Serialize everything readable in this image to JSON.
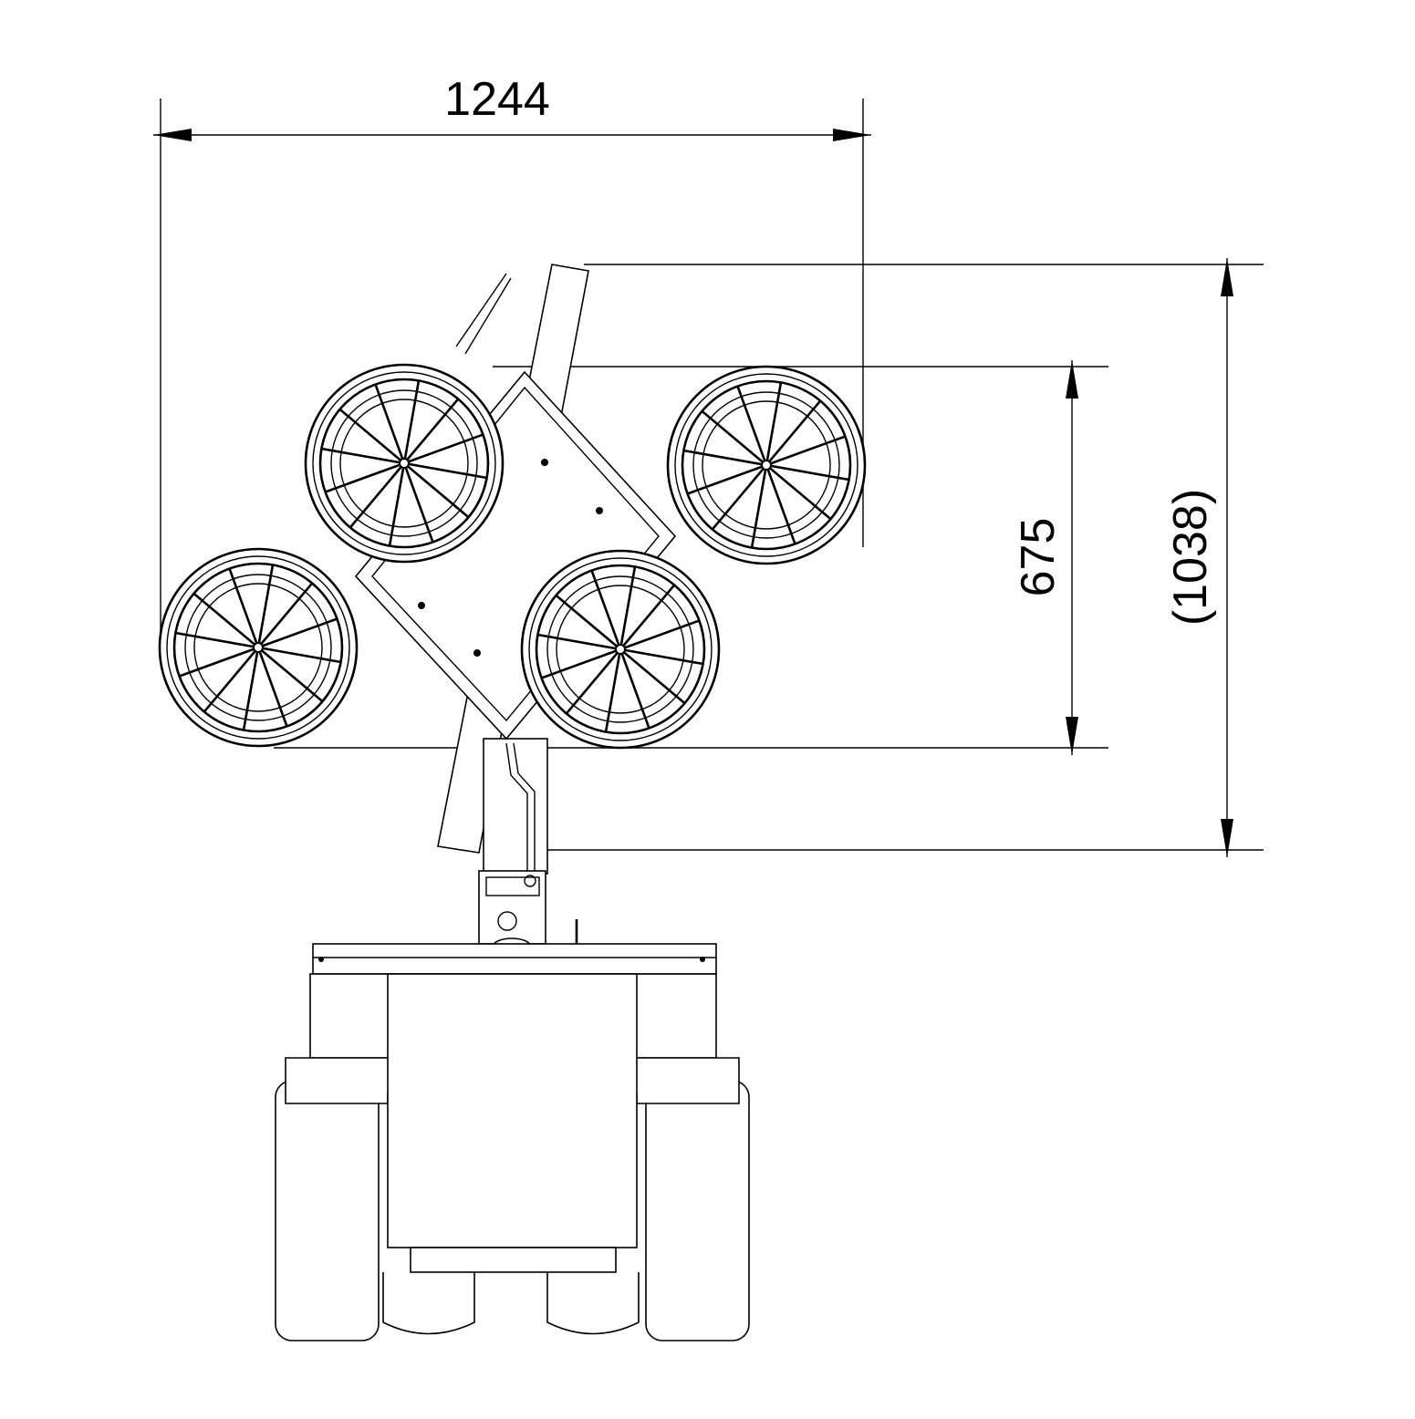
{
  "drawing": {
    "dimensions": {
      "overall_width": "1244",
      "lamp_height": "675",
      "overall_height": "(1038)"
    },
    "lamp_count": 4
  }
}
